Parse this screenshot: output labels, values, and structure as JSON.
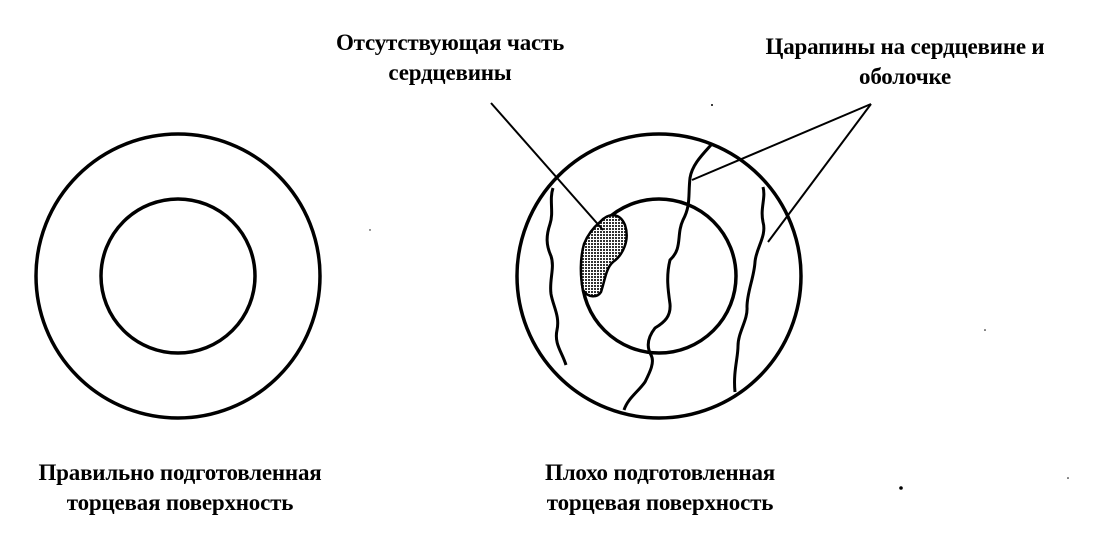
{
  "labels": {
    "missing_core": {
      "line1": "Отсутствующая часть",
      "line2": "сердцевины"
    },
    "scratches": {
      "line1": "Царапины на сердцевине и",
      "line2": "оболочке"
    },
    "good_surface": {
      "line1": "Правильно подготовленная",
      "line2": "торцевая поверхность"
    },
    "bad_surface": {
      "line1": "Плохо подготовленная",
      "line2": "торцевая поверхность"
    }
  },
  "colors": {
    "stroke": "#000000",
    "background": "#ffffff",
    "missing_fill": "#555555"
  }
}
